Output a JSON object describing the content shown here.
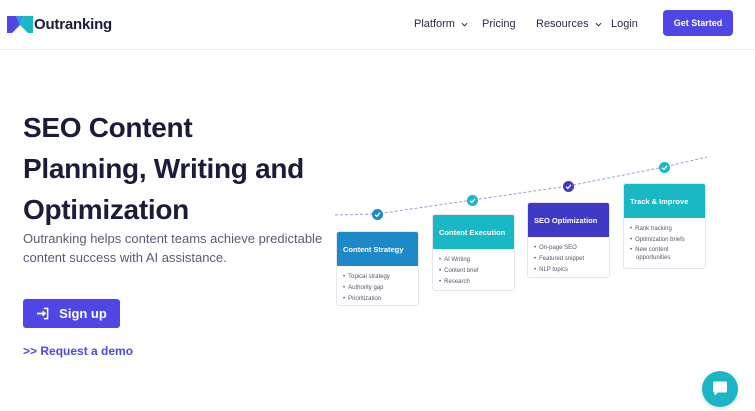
{
  "brand": {
    "name": "Outranking",
    "colors": {
      "primary": "#4f46e5",
      "teal": "#18b8c4",
      "blue": "#1f88c9",
      "indigo": "#3f39c6",
      "dark": "#1b1b3a"
    }
  },
  "nav": {
    "items": [
      {
        "label": "Platform",
        "has_dropdown": true
      },
      {
        "label": "Pricing",
        "has_dropdown": false
      },
      {
        "label": "Resources",
        "has_dropdown": true
      },
      {
        "label": "Login",
        "has_dropdown": false
      }
    ],
    "cta_label": "Get Started"
  },
  "hero": {
    "title_line1": "SEO Content",
    "title_line2": "Planning, Writing and",
    "title_line3": "Optimization",
    "subtitle_line1": "Outranking helps content teams achieve predictable",
    "subtitle_line2": "content success with AI assistance.",
    "signup_label": "Sign up",
    "demo_label": ">> Request a demo"
  },
  "diagram": {
    "cards": [
      {
        "title": "Content Strategy",
        "items": [
          "Topical strategy",
          "Authority gap",
          "Prioritization"
        ]
      },
      {
        "title": "Content Execution",
        "items": [
          "AI Writing",
          "Content brief",
          "Research"
        ]
      },
      {
        "title": "SEO Optimization",
        "items": [
          "On-page SEO",
          "Featured snippet",
          "NLP topics"
        ]
      },
      {
        "title": "Track & Improve",
        "items": [
          "Rank tracking",
          "Optimization briefs",
          "New content",
          "opportunities"
        ]
      }
    ]
  },
  "icons": [
    "logo-mark-icon",
    "chevron-down-icon",
    "sign-in-icon",
    "check-circle-icon",
    "chat-icon"
  ]
}
